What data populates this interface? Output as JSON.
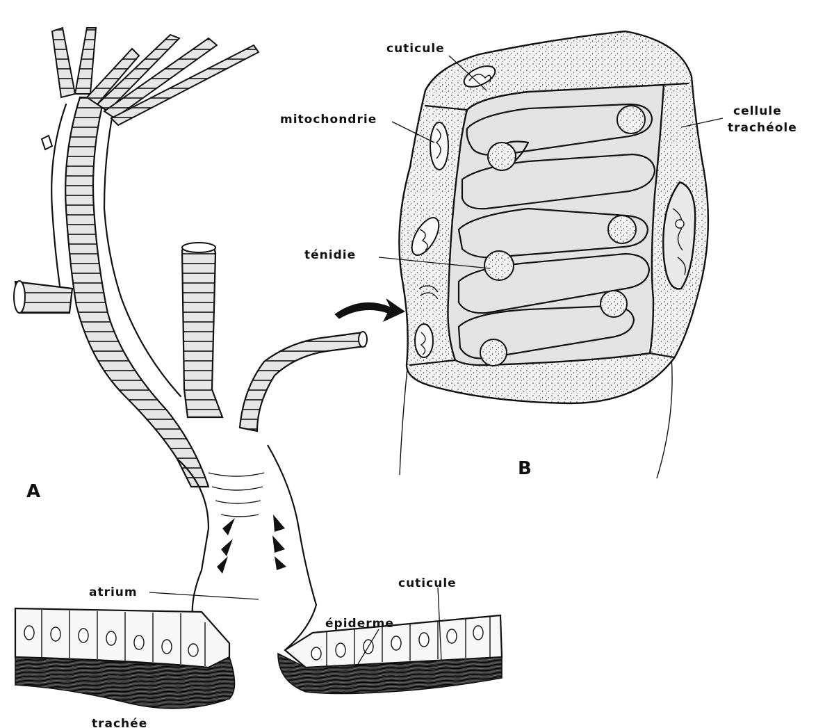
{
  "panels": {
    "a": "A",
    "b": "B"
  },
  "labels": {
    "cuticule_b": "cuticule",
    "mitochondrie": "mitochondrie",
    "cellule": "cellule",
    "tracheole": "trachéole",
    "tenidie": "ténidie",
    "atrium": "atrium",
    "cuticule_a": "cuticule",
    "epiderme": "épiderme",
    "partial_bottom": "trachée"
  },
  "colors": {
    "ink": "#111111",
    "lumen": "#e3e3e3",
    "cytoplasm": "#f4f4f4",
    "background": "#ffffff"
  }
}
